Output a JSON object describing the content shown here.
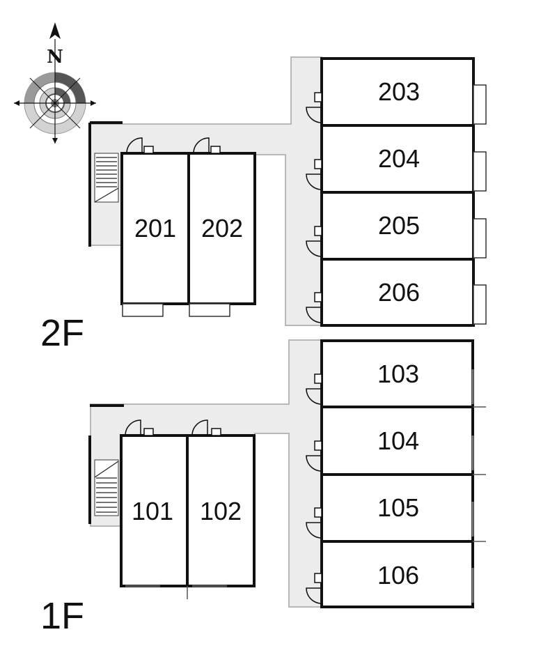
{
  "compass": {
    "letter": "N",
    "icon": "compass-rose-icon"
  },
  "floors": [
    {
      "label": "2F",
      "units": [
        "201",
        "202",
        "203",
        "204",
        "205",
        "206"
      ]
    },
    {
      "label": "1F",
      "units": [
        "101",
        "102",
        "103",
        "104",
        "105",
        "106"
      ]
    }
  ],
  "colors": {
    "wall": "#111111",
    "corridor": "#ececec",
    "corridor_edge": "#b8b8b8",
    "background": "#ffffff"
  }
}
